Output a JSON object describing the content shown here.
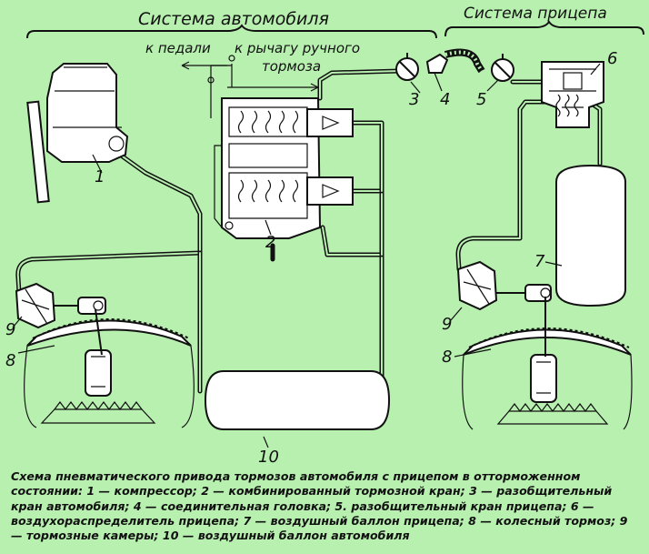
{
  "headers": {
    "vehicle_system": "Система автомобиля",
    "trailer_system": "Система прицепа"
  },
  "annotations": {
    "to_pedal": "к педали",
    "to_lever": "к рычагу ручного",
    "brake": "тормоза"
  },
  "labels": {
    "n1": "1",
    "n2": "2",
    "n3": "3",
    "n4": "4",
    "n5": "5",
    "n6": "6",
    "n7": "7",
    "n8_left": "8",
    "n8_right": "8",
    "n9_left": "9",
    "n9_right": "9",
    "n10": "10"
  },
  "caption": "Схема пневматического привода тормозов автомобиля с прицепом в отторможенном состоянии: 1 — компрессор; 2 — комбинированный тормозной кран; 3 — разобщительный кран автомобиля; 4 — соединительная головка; 5. разобщительный кран прицепа; 6 — воздухораспределитель прицепа; 7 — воздушный баллон прицепа; 8 — колесный тормоз; 9 — тормозные камеры; 10 — воздушный баллон автомобиля"
}
